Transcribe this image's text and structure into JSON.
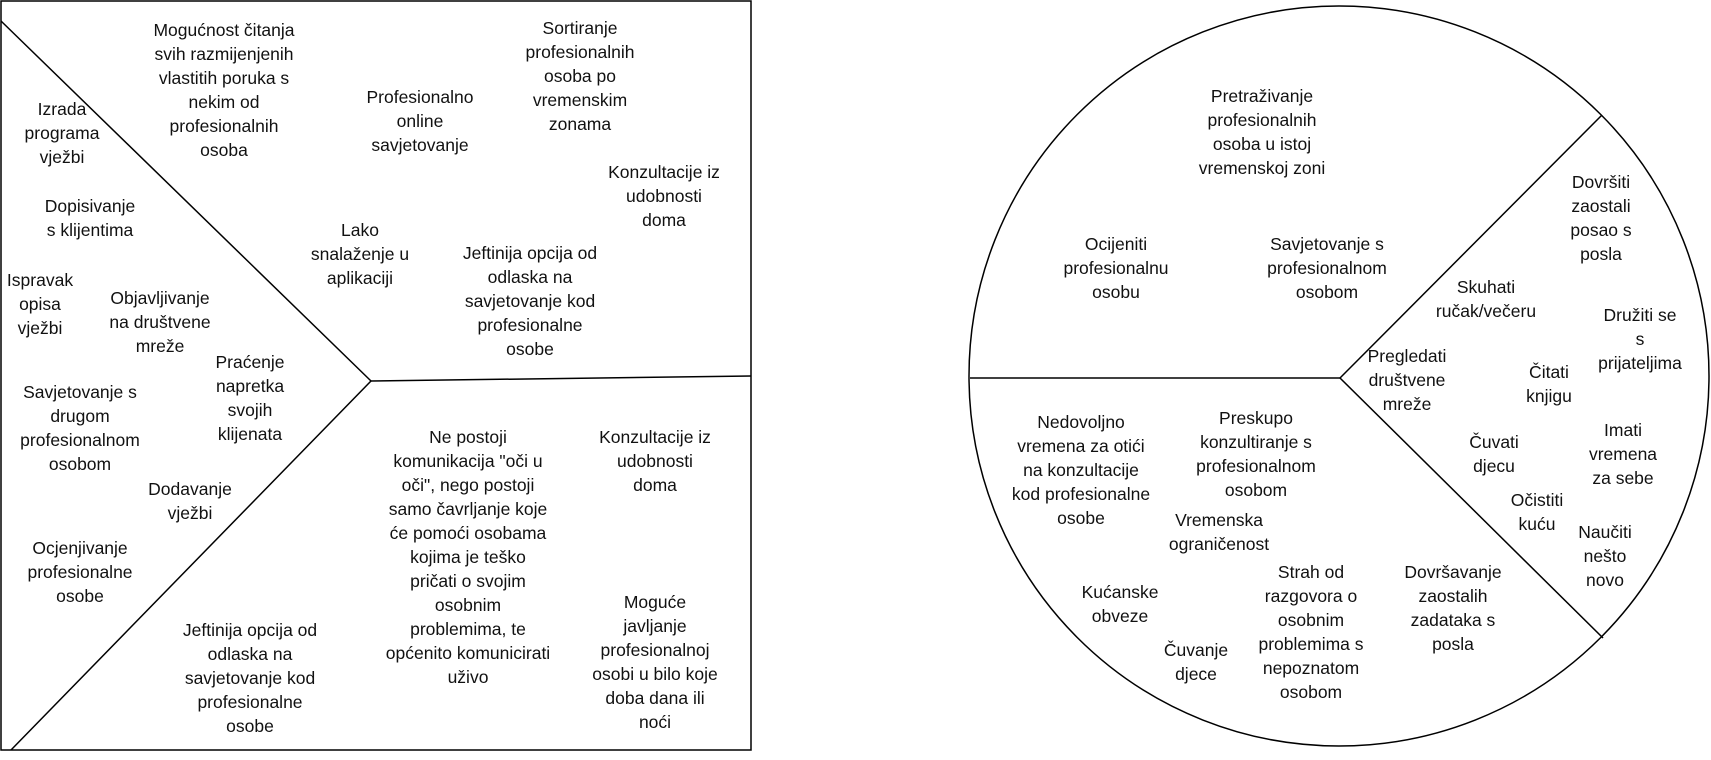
{
  "value_proposition_canvas": {
    "square_top": [
      "Mogućnost čitanja\nsvih razmijenjenih\nvlastitih poruka s\nnekim od\nprofesionalnih\nosoba",
      "Profesionalno\nonline\nsavjetovanje",
      "Sortiranje\nprofesionalnih\nosoba po\nvremenskim\nzonama",
      "Konzultacije iz\nudobnosti\ndoma",
      "Lako\nsnalaženje u\naplikaciji",
      "Jeftinija opcija od\nodlaska na\nsavjetovanje kod\nprofesionalne\nosobe"
    ],
    "square_left": [
      "Izrada\nprograma\nvježbi",
      "Dopisivanje\ns klijentima",
      "Ispravak\nopisa\nvježbi",
      "Objavljivanje\nna društvene\nmreže",
      "Praćenje\nnapretka\nsvojih\nklijenata",
      "Savjetovanje s\ndrugom\nprofesionalnom\nosobom",
      "Dodavanje\nvježbi",
      "Ocjenjivanje\nprofesionalne\nosobe"
    ],
    "square_bottom": [
      "Ne postoji\nkomunikacija \"oči u\noči\", nego postoji\nsamo čavrljanje koje\nće pomoći osobama\nkojima je teško\npričati o svojim\nosobnim\nproblemima, te\nopćenito komunicirati\nuživo",
      "Konzultacije iz\nudobnosti\ndoma",
      "Jeftinija opcija od\nodlaska na\nsavjetovanje kod\nprofesionalne\nosobe",
      "Moguće\njavljanje\nprofesionalnoj\nosobi u bilo koje\ndoba dana ili\nnoći"
    ]
  },
  "customer_profile": {
    "circle_top": [
      "Pretraživanje\nprofesionalnih\nosoba u istoj\nvremenskoj zoni",
      "Ocijeniti\nprofesionalnu\nosobu",
      "Savjetovanje s\nprofesionalnom\nosobom"
    ],
    "circle_right": [
      "Dovršiti\nzaostali\nposao s\nposla",
      "Skuhati\nručak/večeru",
      "Družiti se\ns\nprijateljima",
      "Pregledati\ndruštvene\nmreže",
      "Čitati\nknjigu",
      "Imati\nvremena\nza sebe",
      "Čuvati\ndjecu",
      "Očistiti\nkuću",
      "Naučiti\nnešto\nnovo"
    ],
    "circle_bottom": [
      "Nedovoljno\nvremena za otići\nna konzultacije\nkod profesionalne\nosobe",
      "Preskupo\nkonzultiranje s\nprofesionalnom\nosobom",
      "Vremenska\nograničenost",
      "Kućanske\nobveze",
      "Strah od\nrazgovora o\nosobnim\nproblemima s\nnepoznatom\nosobom",
      "Dovršavanje\nzaostalih\nzadataka s\nposla",
      "Čuvanje\ndjece"
    ]
  }
}
